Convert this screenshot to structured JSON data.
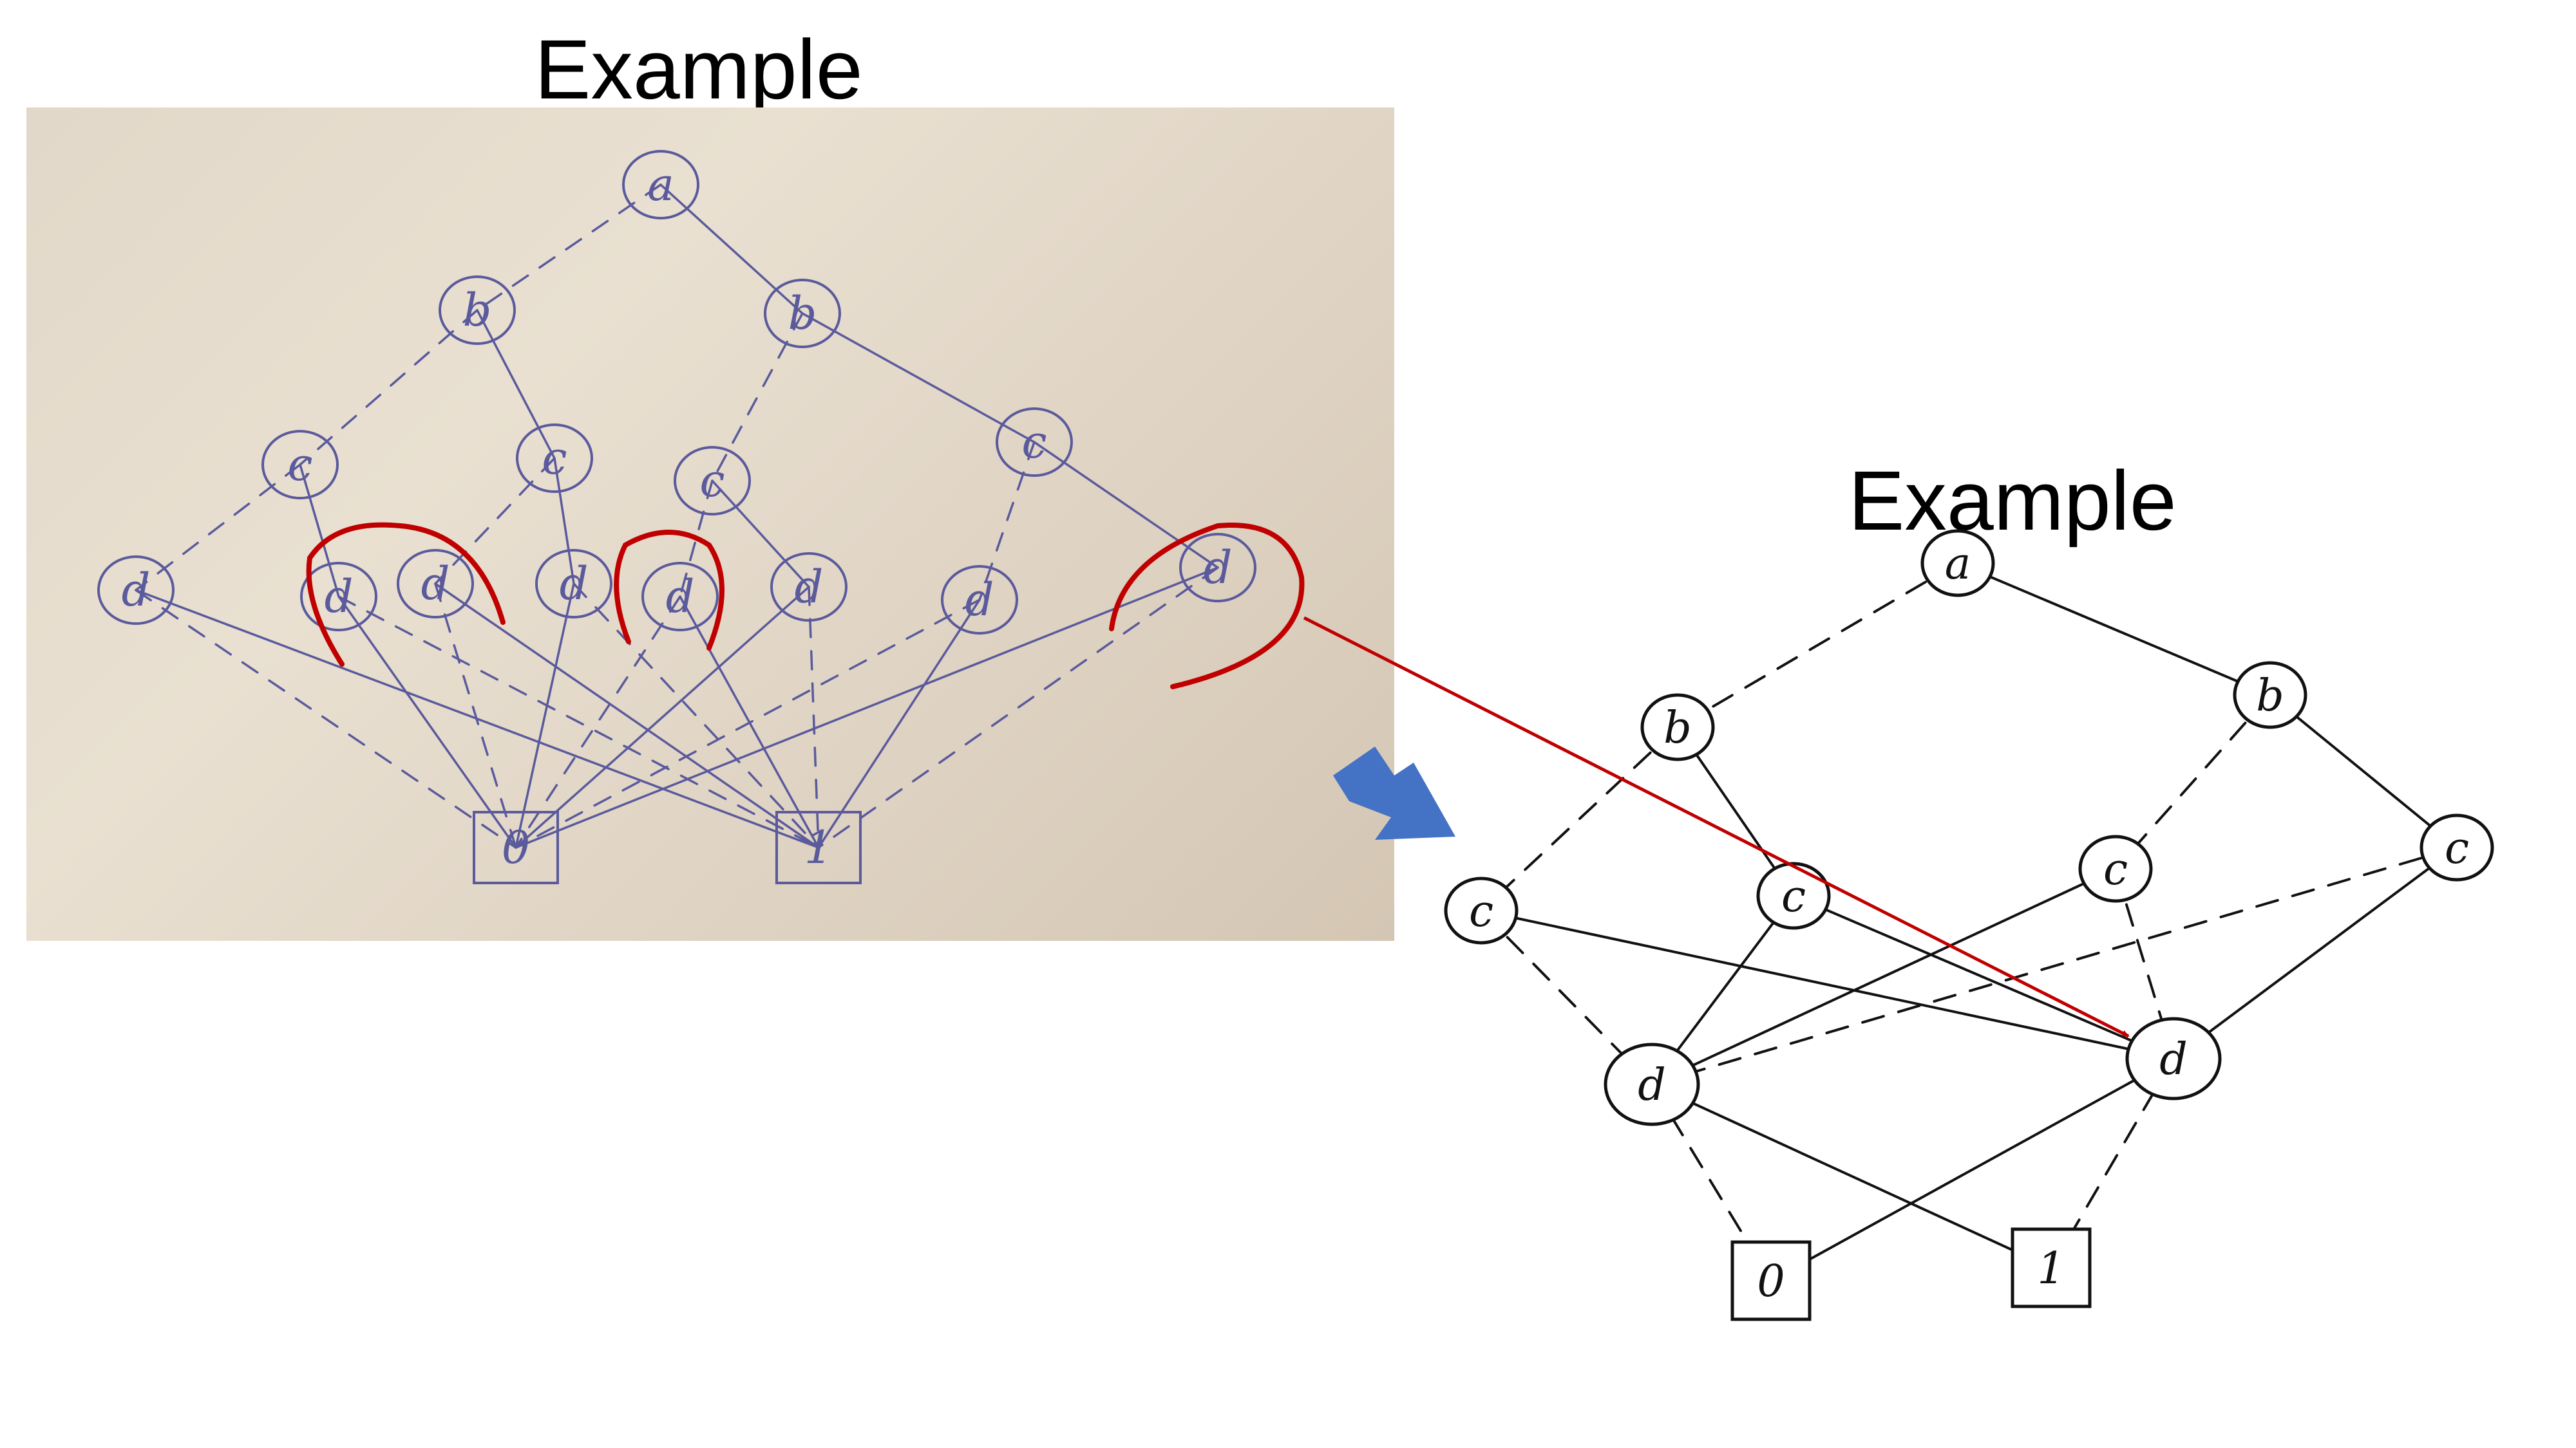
{
  "slide": {
    "title_left": "Example",
    "title_right": "Example"
  },
  "photo_graph": {
    "ink_color": "#5a5a9c",
    "nodes": [
      {
        "id": "a",
        "label": "a"
      },
      {
        "id": "b1",
        "label": "b"
      },
      {
        "id": "b2",
        "label": "b"
      },
      {
        "id": "c1",
        "label": "c"
      },
      {
        "id": "c2",
        "label": "c"
      },
      {
        "id": "c3",
        "label": "c"
      },
      {
        "id": "c4",
        "label": "c"
      },
      {
        "id": "d1",
        "label": "d"
      },
      {
        "id": "d2",
        "label": "d"
      },
      {
        "id": "d3",
        "label": "d"
      },
      {
        "id": "d4",
        "label": "d"
      },
      {
        "id": "d5",
        "label": "d"
      },
      {
        "id": "d6",
        "label": "d"
      },
      {
        "id": "d7",
        "label": "d"
      },
      {
        "id": "d8",
        "label": "d"
      },
      {
        "id": "t0",
        "label": "0",
        "terminal": true
      },
      {
        "id": "t1",
        "label": "1",
        "terminal": true
      }
    ],
    "highlight_color": "#c00000"
  },
  "reduced_graph": {
    "ink_color": "#111111",
    "nodes": [
      {
        "id": "a",
        "label": "a"
      },
      {
        "id": "bL",
        "label": "b"
      },
      {
        "id": "bR",
        "label": "b"
      },
      {
        "id": "cL",
        "label": "c"
      },
      {
        "id": "cM",
        "label": "c"
      },
      {
        "id": "cR1",
        "label": "c"
      },
      {
        "id": "cR2",
        "label": "c"
      },
      {
        "id": "dL",
        "label": "d"
      },
      {
        "id": "dR",
        "label": "d"
      },
      {
        "id": "t0",
        "label": "0",
        "terminal": true
      },
      {
        "id": "t1",
        "label": "1",
        "terminal": true
      }
    ]
  },
  "annotations": {
    "transition_arrow_color": "#4472c4",
    "mapping_arrow_color": "#c00000"
  }
}
